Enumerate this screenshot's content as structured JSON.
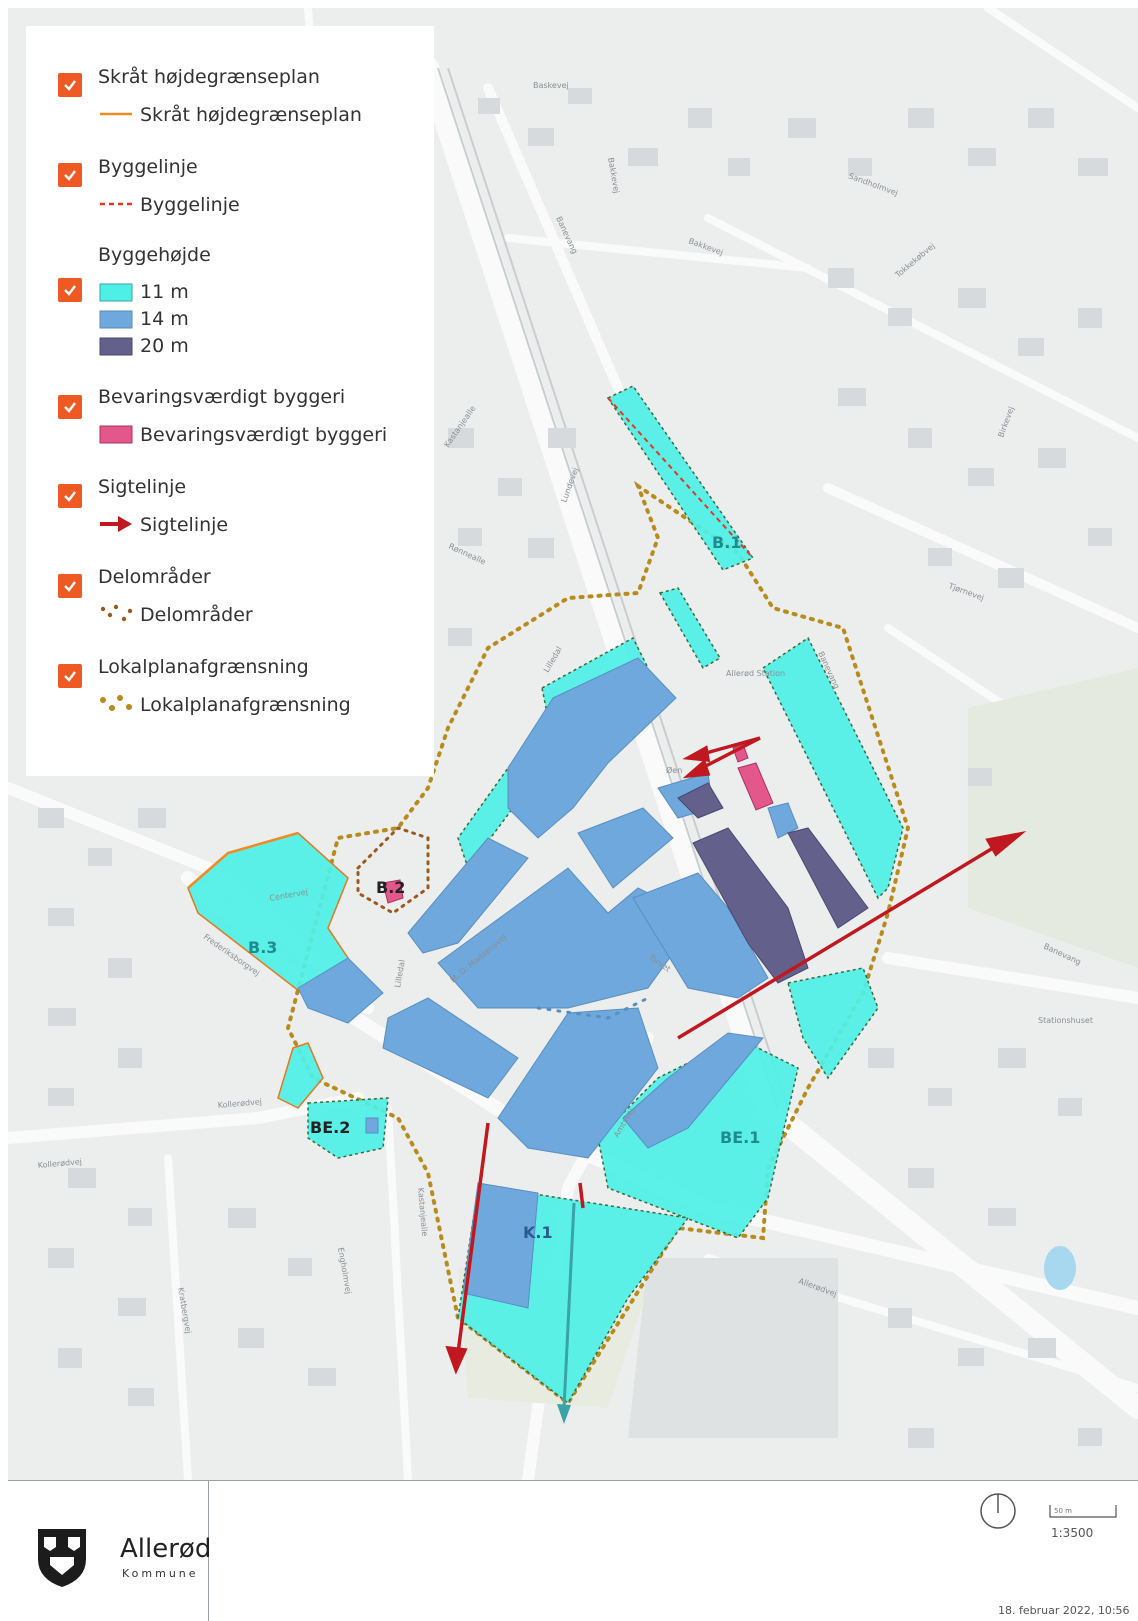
{
  "legend": {
    "groups": [
      {
        "title": "Skråt højdegrænseplan",
        "checked": true,
        "items": [
          {
            "label": "Skråt højdegrænseplan",
            "symbol": "orange-line",
            "color": "#f08a24"
          }
        ]
      },
      {
        "title": "Byggelinje",
        "checked": true,
        "items": [
          {
            "label": "Byggelinje",
            "symbol": "red-dashed-line",
            "color": "#e0391f"
          }
        ]
      },
      {
        "title": "Byggehøjde",
        "checked": true,
        "items": [
          {
            "label": "11 m",
            "symbol": "fill",
            "color": "#4ef0e6"
          },
          {
            "label": "14 m",
            "symbol": "fill",
            "color": "#6ea8dc"
          },
          {
            "label": "20 m",
            "symbol": "fill",
            "color": "#63608c"
          }
        ]
      },
      {
        "title": "Bevaringsværdigt byggeri",
        "checked": true,
        "items": [
          {
            "label": "Bevaringsværdigt byggeri",
            "symbol": "fill",
            "color": "#e4578b"
          }
        ]
      },
      {
        "title": "Sigtelinje",
        "checked": true,
        "items": [
          {
            "label": "Sigtelinje",
            "symbol": "arrow",
            "color": "#c0181e"
          }
        ]
      },
      {
        "title": "Delområder",
        "checked": true,
        "items": [
          {
            "label": "Delområder",
            "symbol": "brown-dots",
            "color": "#9a5a1e"
          }
        ]
      },
      {
        "title": "Lokalplanafgrænsning",
        "checked": true,
        "items": [
          {
            "label": "Lokalplanafgrænsning",
            "symbol": "olive-dots",
            "color": "#b98a1c"
          }
        ]
      }
    ]
  },
  "map": {
    "area_labels": [
      "B.1",
      "B.2",
      "B.3",
      "BE.1",
      "BE.2",
      "K.1"
    ],
    "street_labels": [
      "Baskevej",
      "Bakkevej",
      "Banevang",
      "Bakkevej",
      "Sandholmvej",
      "Tokkekøbvej",
      "Kastanjealle",
      "Rønnealle",
      "Lundevej",
      "Lilledal",
      "Allerød Station",
      "Øen",
      "Banevang",
      "Birkevej",
      "Tjørnevej",
      "Centervej",
      "Frederiksborgvej",
      "Kollerødvej",
      "Lilledal",
      "M. D. Madsensvej",
      "Torvet",
      "Amtsvej",
      "Banevang",
      "Stationshuset",
      "Engholmvej",
      "Kratbergvej",
      "Kollerødvej",
      "Allerødvej",
      "Kastanjealle"
    ]
  },
  "footer": {
    "municipality": "Allerød",
    "municipality_sub": "Kommune",
    "scale_label": "50 m",
    "scale": "1:3500",
    "date": "18. februar 2022, 10:56"
  },
  "colors": {
    "h11": "#4ef0e6",
    "h14": "#6ea8dc",
    "h20": "#63608c",
    "preserve": "#e4578b",
    "sightline": "#c0181e",
    "checkbox": "#ef5a24"
  }
}
